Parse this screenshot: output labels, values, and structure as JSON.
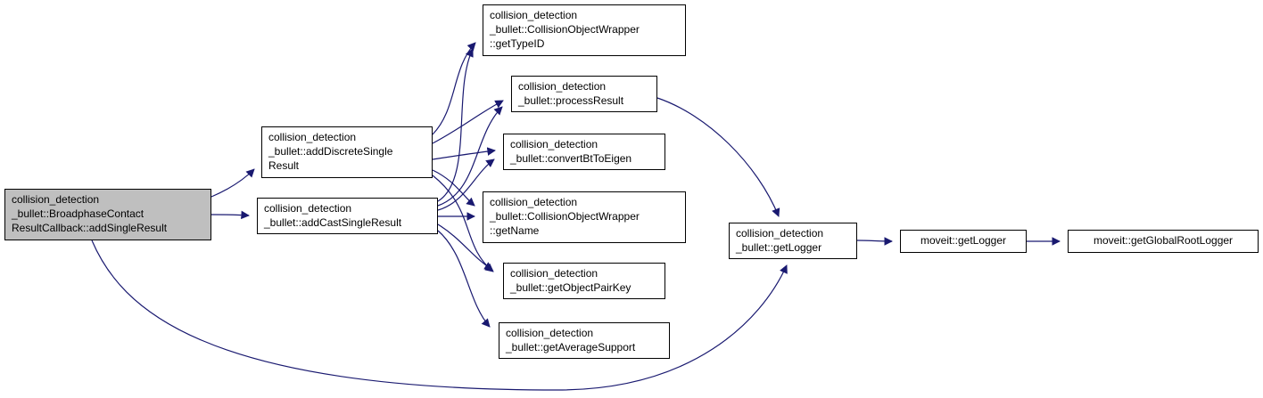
{
  "diagram": {
    "type": "call-graph",
    "colors": {
      "edge": "#191970",
      "highlight": "#bfbfbf",
      "node_fill": "#ffffff",
      "node_border": "#000000",
      "background": "#ffffff"
    },
    "nodes": {
      "addSingleResult": {
        "lines": [
          "collision_detection",
          "_bullet::BroadphaseContact",
          "ResultCallback::addSingleResult"
        ],
        "highlighted": true
      },
      "addDiscreteSingleResult": {
        "lines": [
          "collision_detection",
          "_bullet::addDiscreteSingle",
          "Result"
        ]
      },
      "addCastSingleResult": {
        "lines": [
          "collision_detection",
          "_bullet::addCastSingleResult"
        ]
      },
      "getTypeID": {
        "lines": [
          "collision_detection",
          "_bullet::CollisionObjectWrapper",
          "::getTypeID"
        ]
      },
      "processResult": {
        "lines": [
          "collision_detection",
          "_bullet::processResult"
        ]
      },
      "convertBtToEigen": {
        "lines": [
          "collision_detection",
          "_bullet::convertBtToEigen"
        ]
      },
      "getName": {
        "lines": [
          "collision_detection",
          "_bullet::CollisionObjectWrapper",
          "::getName"
        ]
      },
      "getObjectPairKey": {
        "lines": [
          "collision_detection",
          "_bullet::getObjectPairKey"
        ]
      },
      "getAverageSupport": {
        "lines": [
          "collision_detection",
          "_bullet::getAverageSupport"
        ]
      },
      "getLogger": {
        "lines": [
          "collision_detection",
          "_bullet::getLogger"
        ]
      },
      "moveitGetLogger": {
        "lines": [
          "moveit::getLogger"
        ]
      },
      "moveitGetGlobalRootLogger": {
        "lines": [
          "moveit::getGlobalRootLogger"
        ]
      }
    },
    "edges": [
      {
        "from": "addSingleResult",
        "to": "addDiscreteSingleResult"
      },
      {
        "from": "addSingleResult",
        "to": "addCastSingleResult"
      },
      {
        "from": "addSingleResult",
        "to": "getLogger"
      },
      {
        "from": "addDiscreteSingleResult",
        "to": "getTypeID"
      },
      {
        "from": "addDiscreteSingleResult",
        "to": "processResult"
      },
      {
        "from": "addDiscreteSingleResult",
        "to": "convertBtToEigen"
      },
      {
        "from": "addDiscreteSingleResult",
        "to": "getName"
      },
      {
        "from": "addDiscreteSingleResult",
        "to": "getObjectPairKey"
      },
      {
        "from": "addCastSingleResult",
        "to": "getTypeID"
      },
      {
        "from": "addCastSingleResult",
        "to": "processResult"
      },
      {
        "from": "addCastSingleResult",
        "to": "convertBtToEigen"
      },
      {
        "from": "addCastSingleResult",
        "to": "getName"
      },
      {
        "from": "addCastSingleResult",
        "to": "getObjectPairKey"
      },
      {
        "from": "addCastSingleResult",
        "to": "getAverageSupport"
      },
      {
        "from": "processResult",
        "to": "getLogger"
      },
      {
        "from": "getLogger",
        "to": "moveitGetLogger"
      },
      {
        "from": "moveitGetLogger",
        "to": "moveitGetGlobalRootLogger"
      }
    ]
  }
}
